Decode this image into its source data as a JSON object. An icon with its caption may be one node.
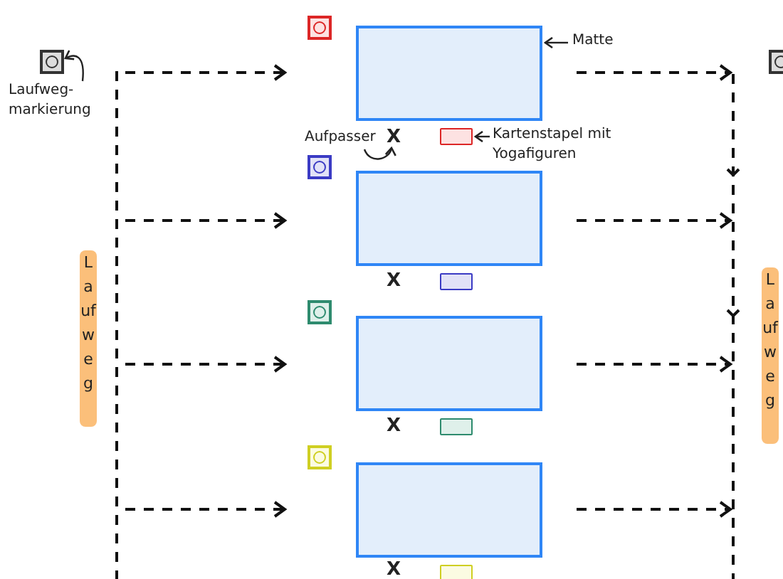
{
  "diagram": {
    "nodes": [
      {
        "text": [],
        "shape": "box"
      },
      {
        "text": [
          "Laufweg-markierung"
        ]
      },
      {
        "text": [],
        "shape": "box"
      },
      {
        "text": [
          "Laufweg"
        ]
      },
      {
        "text": [
          "Laufweg"
        ]
      },
      {
        "text": [],
        "shape": "box"
      },
      {
        "text": [],
        "shape": "box"
      },
      {
        "text": [
          "X"
        ]
      },
      {
        "text": [],
        "shape": "box"
      },
      {
        "text": [],
        "shape": "box"
      },
      {
        "text": [],
        "shape": "box"
      },
      {
        "text": [
          "X"
        ]
      },
      {
        "text": [],
        "shape": "box"
      },
      {
        "text": [],
        "shape": "box"
      },
      {
        "text": [],
        "shape": "box"
      },
      {
        "text": [
          "X"
        ]
      },
      {
        "text": [],
        "shape": "box"
      },
      {
        "text": [],
        "shape": "box"
      },
      {
        "text": [],
        "shape": "box"
      },
      {
        "text": [
          "X"
        ]
      },
      {
        "text": [],
        "shape": "box"
      },
      {
        "text": [
          "Matte"
        ]
      },
      {
        "text": [
          "Aufpasser"
        ]
      },
      {
        "text": [
          "Kartenstapel mit Yogafiguren"
        ]
      }
    ],
    "edges": [
      {
        "from": 1,
        "to": 0,
        "arrow": "to"
      },
      {
        "from": 21,
        "to": 6,
        "arrow": "to"
      },
      {
        "from": 22,
        "to": 7,
        "arrow": "to"
      },
      {
        "from": 23,
        "to": 8,
        "arrow": "to"
      }
    ]
  }
}
